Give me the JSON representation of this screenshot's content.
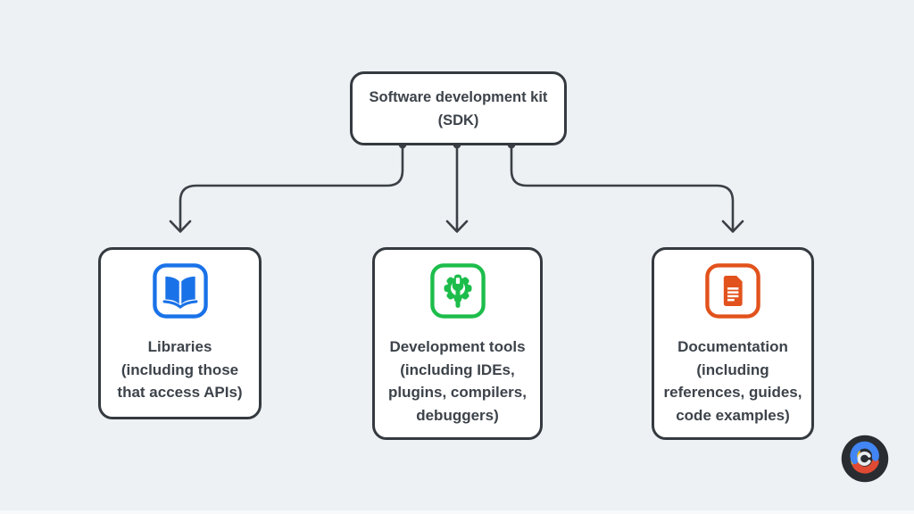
{
  "colors": {
    "background": "#edf1f4",
    "line": "#3a4046",
    "node_border": "#343a40",
    "text": "#3d434a",
    "node_background": "#ffffff"
  },
  "root": {
    "lines": [
      "Software development kit",
      "(SDK)"
    ]
  },
  "nodes": [
    {
      "icon": "open-book-icon",
      "color": "#1a72e8",
      "lines": [
        "Libraries",
        "(including those",
        "that access APIs)"
      ]
    },
    {
      "icon": "gear-wrench-icon",
      "color": "#1dbd4b",
      "lines": [
        "Development tools",
        "(including IDEs,",
        "plugins, compilers,",
        "debuggers)"
      ]
    },
    {
      "icon": "document-icon",
      "color": "#e2521c",
      "lines": [
        "Documentation",
        "(including",
        "references, guides,",
        "code examples)"
      ]
    }
  ],
  "logo": {
    "circle": "#292d31",
    "blue": "#4285f4",
    "yellow": "#f2bb13",
    "red": "#e04a33",
    "c_mark": "#e9ecef"
  }
}
